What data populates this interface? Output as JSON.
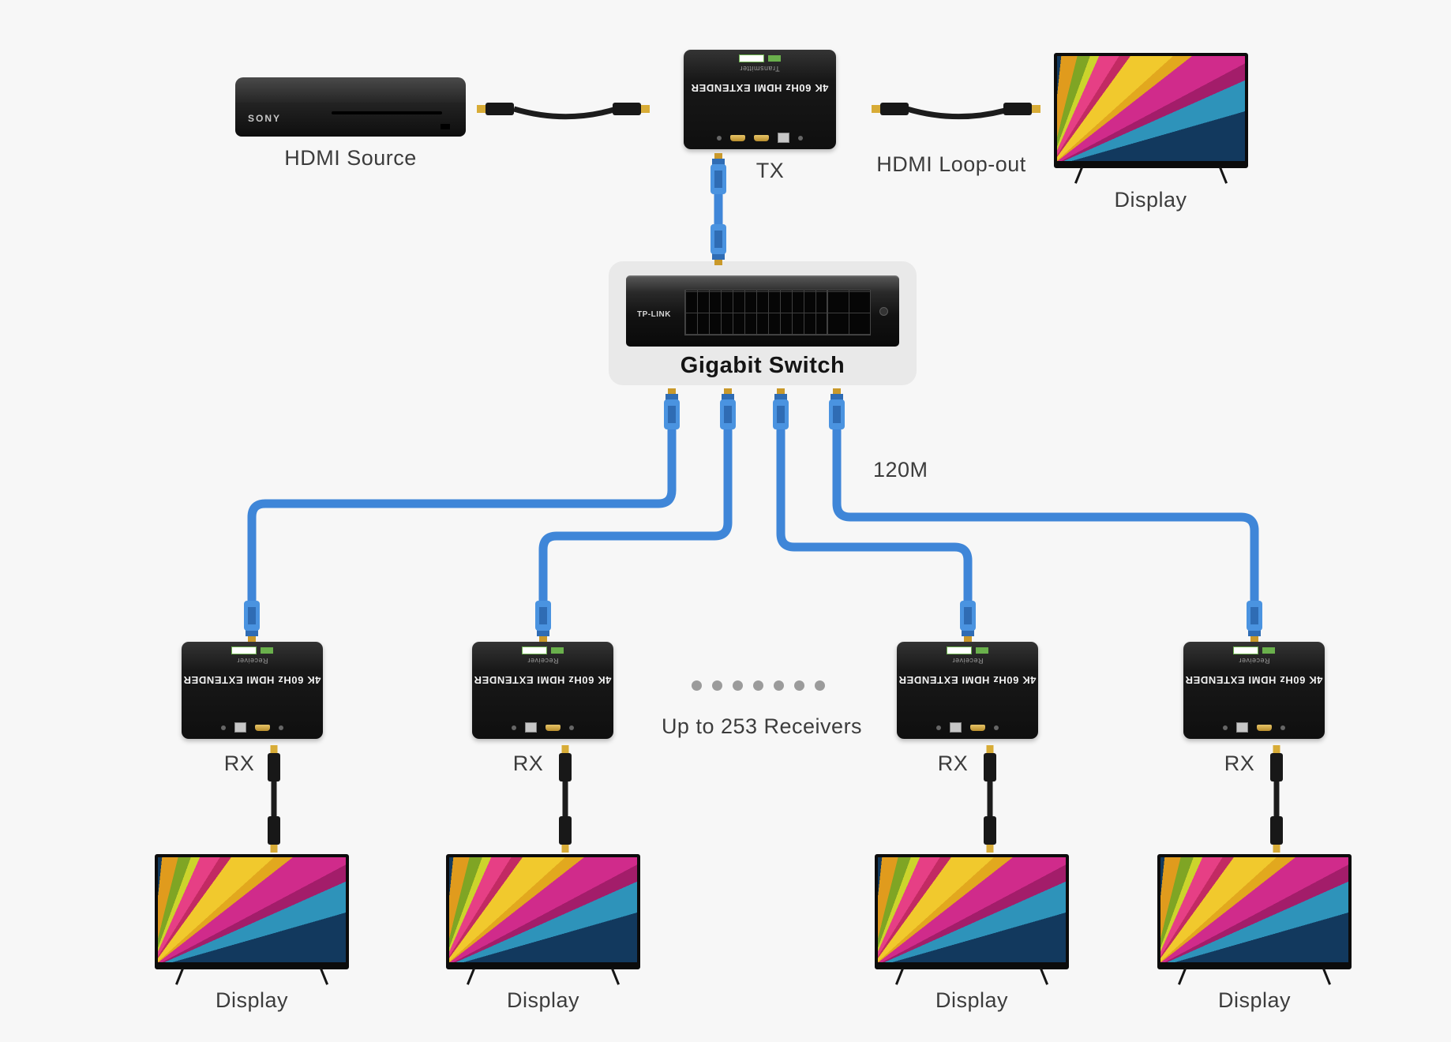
{
  "background": "#f7f7f7",
  "top_row": {
    "source_brand": "SONY",
    "source_label": "HDMI Source",
    "tx_label": "TX",
    "loopout_label": "HDMI Loop-out",
    "display_label": "Display"
  },
  "extender": {
    "title": "4K 60Hz HDMI EXTENDER",
    "tx_subtitle": "Transmitter",
    "rx_subtitle": "Receiver"
  },
  "switch": {
    "brand": "TP-LINK",
    "label": "Gigabit Switch"
  },
  "network": {
    "distance_label": "120M",
    "receivers_note": "Up to 253 Receivers"
  },
  "receivers": [
    {
      "label": "RX",
      "display_label": "Display"
    },
    {
      "label": "RX",
      "display_label": "Display"
    },
    {
      "label": "RX",
      "display_label": "Display"
    },
    {
      "label": "RX",
      "display_label": "Display"
    }
  ],
  "colors": {
    "ethernet_cable": "#3f86d8",
    "ethernet_connector": "#4a93e0",
    "connector_gold": "#d8ac37",
    "hdmi_cable": "#1c1c1c"
  }
}
